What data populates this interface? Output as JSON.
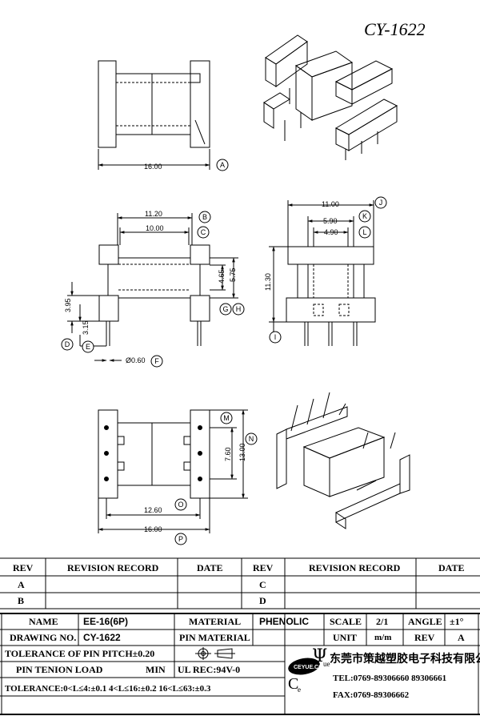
{
  "part_code": "CY-1622",
  "dims": {
    "a": "16.00",
    "b": "11.20",
    "c": "10.00",
    "d": "3.95",
    "e": "3.15",
    "f": "Ø0.60",
    "g": "4.65",
    "h": "5.75",
    "i": "11.30",
    "j": "11.00",
    "k": "5.90",
    "l": "4.90",
    "n": "13.00",
    "m": "7.60",
    "o": "12.60",
    "p": "16.00"
  },
  "markers": [
    "A",
    "B",
    "C",
    "D",
    "E",
    "F",
    "G",
    "H",
    "I",
    "J",
    "K",
    "L",
    "M",
    "N",
    "O",
    "P"
  ],
  "revision": {
    "headers": [
      "REV",
      "REVISION RECORD",
      "DATE",
      "REV",
      "REVISION RECORD",
      "DATE"
    ],
    "rows": [
      [
        "A",
        "",
        "",
        "C",
        "",
        ""
      ],
      [
        "B",
        "",
        "",
        "D",
        "",
        ""
      ]
    ]
  },
  "title_block": {
    "name_label": "NAME",
    "name_value": "EE-16(6P)",
    "material_label": "MATERIAL",
    "material_value": "PHENOLIC",
    "scale_label": "SCALE",
    "scale_value": "2/1",
    "angle_label": "ANGLE",
    "angle_value": "±1°",
    "drawing_no_label": "DRAWING NO.",
    "drawing_no_value": "CY-1622",
    "pin_material_label": "PIN MATERIAL",
    "unit_label": "UNIT",
    "unit_value": "m/m",
    "rev_label": "REV",
    "rev_value": "A",
    "pin_pitch_tol": "TOLERANCE OF PIN PITCH±0.20",
    "pin_tension_label": "PIN TENION LOAD",
    "pin_tension_unit": "MIN",
    "ul": "UL REC:94V-0",
    "tolerance": "TOLERANCE:0<L≤4:±0.1  4<L≤16:±0.2  16<L≤63:±0.3",
    "company": "东莞市策越塑胶电子科技有限公司",
    "tel": "TEL:0769-89306660 89306661",
    "fax": "FAX:0769-89306662",
    "logo_text": "CEYUE.CO"
  }
}
